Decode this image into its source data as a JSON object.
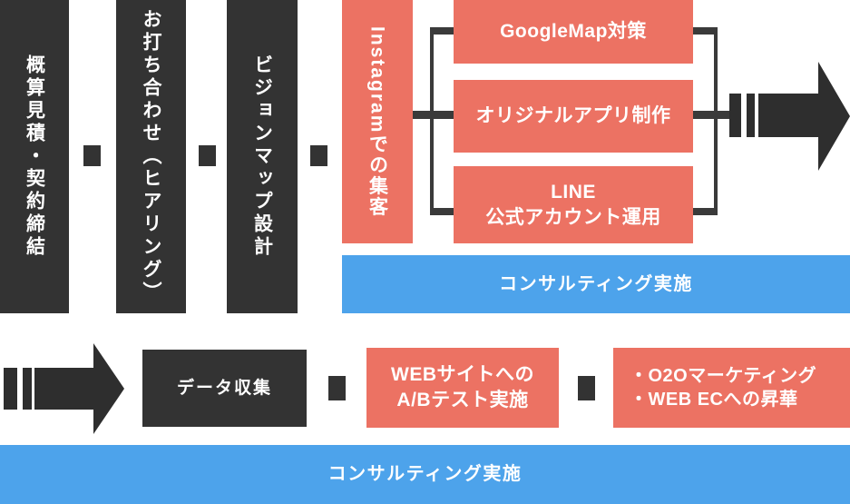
{
  "diagram": {
    "title": "Marketing consulting process flow",
    "colors": {
      "dark": "#333333",
      "pink": "#ec7263",
      "blue": "#4da3eb",
      "arrow": "#2e2e2e",
      "text_on_fill": "#ffffff",
      "background": "#ffffff"
    },
    "top_row": {
      "steps": [
        {
          "id": "step-1",
          "label": "概算見積・契約締結",
          "style": "dark",
          "orientation": "vertical"
        },
        {
          "id": "step-2",
          "label": "お打ち合わせ（ヒアリング）",
          "style": "dark",
          "orientation": "vertical"
        },
        {
          "id": "step-3",
          "label": "ビジョンマップ設計",
          "style": "dark",
          "orientation": "vertical"
        },
        {
          "id": "step-4",
          "label": "Instagramでの集客",
          "style": "pink",
          "orientation": "vertical-mixed"
        }
      ],
      "branch_items": [
        {
          "id": "branch-googlemap",
          "label": "GoogleMap対策",
          "style": "pink"
        },
        {
          "id": "branch-original-app",
          "label": "オリジナルアプリ制作",
          "style": "pink"
        },
        {
          "id": "branch-line",
          "label": "LINE\n公式アカウント運用",
          "style": "pink"
        }
      ]
    },
    "consulting_band_top": {
      "id": "consulting-band-top",
      "label": "コンサルティング実施",
      "style": "blue"
    },
    "bottom_row": {
      "steps": [
        {
          "id": "step-5",
          "label": "データ収集",
          "style": "dark"
        },
        {
          "id": "step-6",
          "label": "WEBサイトへの\nA/Bテスト実施",
          "style": "pink"
        },
        {
          "id": "step-7",
          "label": "・O2Oマーケティング\n・WEB ECへの昇華",
          "style": "pink"
        }
      ]
    },
    "consulting_band_bottom": {
      "id": "consulting-band-bottom",
      "label": "コンサルティング実施",
      "style": "blue"
    },
    "connectors": {
      "separator_icon": "square-connector-icon",
      "flow_icon": "right-arrow-icon",
      "bracket_icon": "branch-bracket-icon",
      "count_top_separators": 3,
      "count_bottom_separators": 2
    }
  }
}
